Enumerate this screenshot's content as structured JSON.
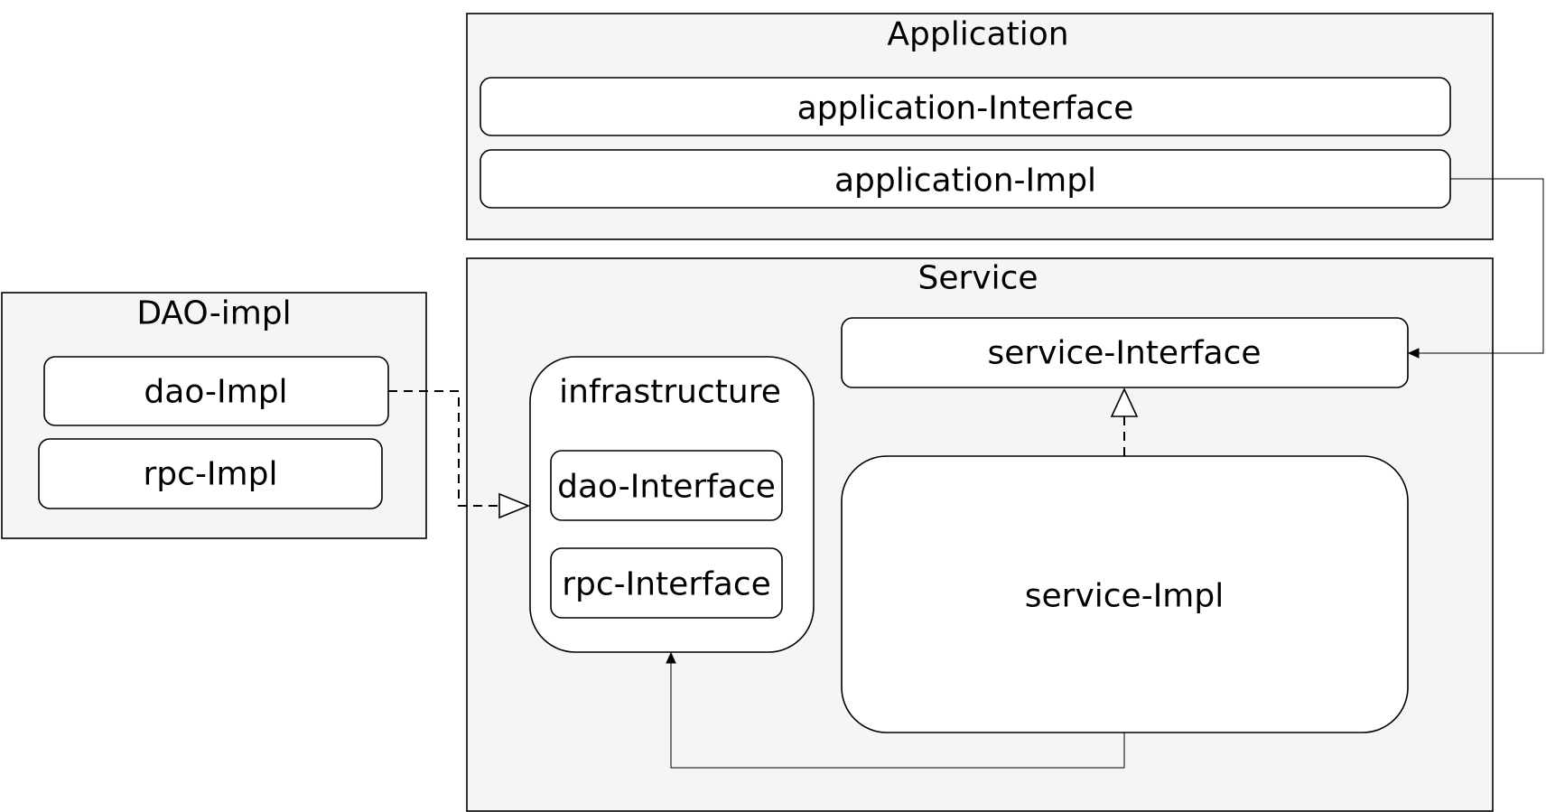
{
  "packages": {
    "application": {
      "title": "Application"
    },
    "service": {
      "title": "Service"
    },
    "dao_impl": {
      "title": "DAO-impl"
    }
  },
  "modules": {
    "application_interface": "application-Interface",
    "application_impl": "application-Impl",
    "service_interface": "service-Interface",
    "service_impl": "service-Impl",
    "infrastructure": "infrastructure",
    "dao_interface": "dao-Interface",
    "rpc_interface": "rpc-Interface",
    "dao_impl": "dao-Impl",
    "rpc_impl": "rpc-Impl"
  },
  "colors": {
    "package_fill": "#f5f5f5",
    "module_fill": "#ffffff",
    "stroke": "#000000"
  }
}
